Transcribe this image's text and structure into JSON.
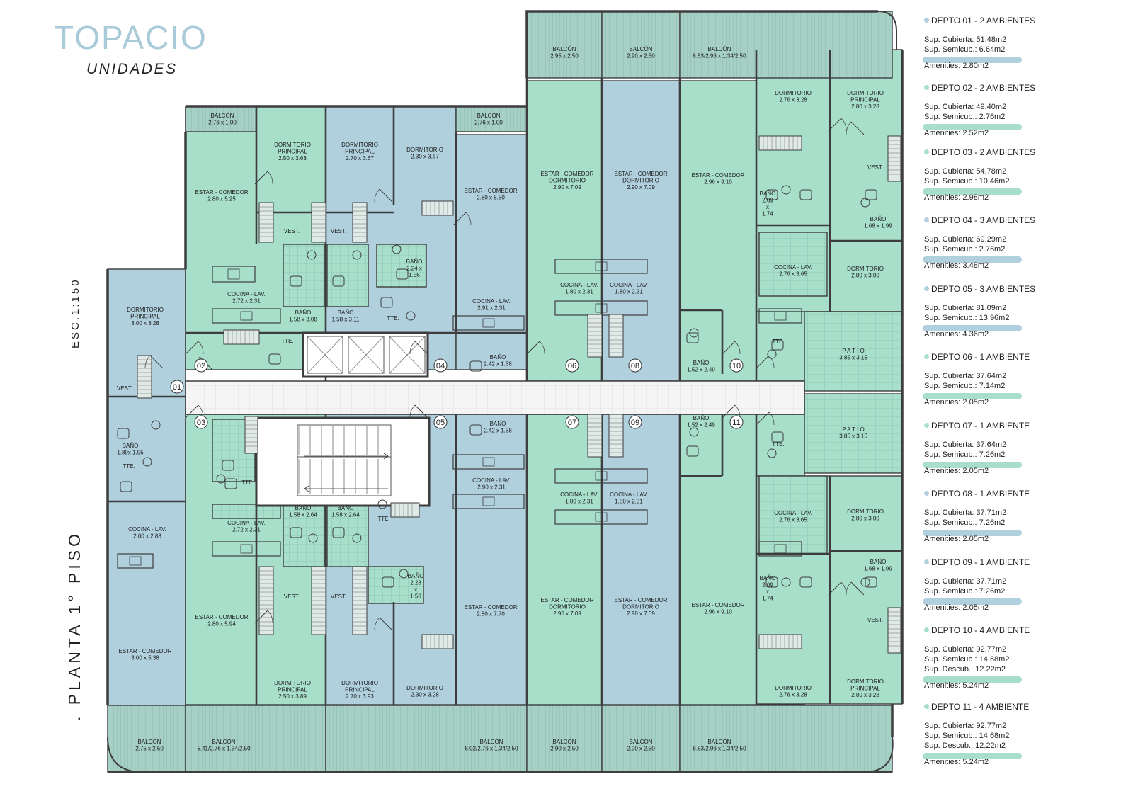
{
  "header": {
    "title": "TOPACIO",
    "subtitle": "UNIDADES"
  },
  "side": {
    "scale": "ESC.1:150",
    "floor": ". PLANTA 1° PISO"
  },
  "colors": {
    "green": "#a7dfcb",
    "blue": "#b0d0de",
    "wall": "#3d3d3d",
    "corridor": "#f4f4f4",
    "balcony": "#9fc6c0"
  },
  "rooms": [
    {
      "id": "r1",
      "lines": [
        "BALCÓN",
        "2.95 x 2.50"
      ]
    },
    {
      "id": "r2",
      "lines": [
        "BALCÓN",
        "2.90 x 2.50"
      ]
    },
    {
      "id": "r3",
      "lines": [
        "BALCÓN",
        "8.53/2.96 x 1.34/2.50"
      ]
    },
    {
      "id": "r4",
      "lines": [
        "BALCÓN",
        "2.76 x 1.00"
      ]
    },
    {
      "id": "r5",
      "lines": [
        "BALCÓN",
        "2.76 x 1.00"
      ]
    },
    {
      "id": "r6",
      "lines": [
        "DORMITORIO",
        "PRINCIPAL",
        "2.50 x 3.63"
      ]
    },
    {
      "id": "r7",
      "lines": [
        "DORMITORIO",
        "PRINCIPAL",
        "2.70 x 3.67"
      ]
    },
    {
      "id": "r8",
      "lines": [
        "DORMITORIO",
        "2.30 x 3.67"
      ]
    },
    {
      "id": "r9",
      "lines": [
        "ESTAR - COMEDOR",
        "2.80 x 5.25"
      ]
    },
    {
      "id": "r10",
      "lines": [
        "ESTAR - COMEDOR",
        "2.80 x 5.50"
      ]
    },
    {
      "id": "r11",
      "lines": [
        "ESTAR - COMEDOR",
        "DORMITORIO",
        "2.90 x 7.09"
      ]
    },
    {
      "id": "r12",
      "lines": [
        "ESTAR - COMEDOR",
        "DORMITORIO",
        "2.90 x 7.09"
      ]
    },
    {
      "id": "r13",
      "lines": [
        "ESTAR - COMEDOR",
        "2.96 x 9.10"
      ]
    },
    {
      "id": "r14",
      "lines": [
        "DORMITORIO",
        "2.76 x 3.28"
      ]
    },
    {
      "id": "r15",
      "lines": [
        "DORMITORIO",
        "PRINCIPAL",
        "2.80 x 3.28"
      ]
    },
    {
      "id": "r16",
      "lines": [
        "VEST."
      ]
    },
    {
      "id": "r17",
      "lines": [
        "VEST."
      ]
    },
    {
      "id": "r18",
      "lines": [
        "VEST."
      ]
    },
    {
      "id": "r19",
      "lines": [
        "BAÑO",
        "2.24 x",
        "1.56"
      ]
    },
    {
      "id": "r20",
      "lines": [
        "BAÑO",
        "2.09",
        "x",
        "1.74"
      ]
    },
    {
      "id": "r21",
      "lines": [
        "BAÑO",
        "1.68 x 1.99"
      ]
    },
    {
      "id": "r22",
      "lines": [
        "COCINA - LAV.",
        "2.72 x 2.31"
      ]
    },
    {
      "id": "r23",
      "lines": [
        "COCINA - LAV.",
        "2.91 x 2.31"
      ]
    },
    {
      "id": "r24",
      "lines": [
        "COCINA - LAV.",
        "1.80 x 2.31"
      ]
    },
    {
      "id": "r25",
      "lines": [
        "COCINA - LAV.",
        "1.80 x 2.31"
      ]
    },
    {
      "id": "r26",
      "lines": [
        "COCINA - LAV.",
        "2.76 x 3.65"
      ]
    },
    {
      "id": "r27",
      "lines": [
        "DORMITORIO",
        "2.80 x 3.00"
      ]
    },
    {
      "id": "r28",
      "lines": [
        "DORMITORIO",
        "PRINCIPAL",
        "3.00 x 3.28"
      ]
    },
    {
      "id": "r29",
      "lines": [
        "BAÑO",
        "1.58 x 3.08"
      ]
    },
    {
      "id": "r30",
      "lines": [
        "BAÑO",
        "1.58 x 3.11"
      ]
    },
    {
      "id": "r31",
      "lines": [
        "TTE."
      ]
    },
    {
      "id": "r32",
      "lines": [
        "TTE."
      ]
    },
    {
      "id": "r33",
      "lines": [
        "BAÑO",
        "2.42 x 1.58"
      ]
    },
    {
      "id": "r34",
      "lines": [
        "BAÑO",
        "1.52 x 2.49"
      ]
    },
    {
      "id": "r35",
      "lines": [
        "TTE."
      ]
    },
    {
      "id": "r36",
      "lines": [
        "P A T I O",
        "3.85 x 3.15"
      ]
    },
    {
      "id": "r37",
      "lines": [
        "VEST."
      ]
    },
    {
      "id": "r38",
      "lines": [
        "BAÑO",
        "1.89x 1.95"
      ]
    },
    {
      "id": "r39",
      "lines": [
        "TTE."
      ]
    },
    {
      "id": "r40",
      "lines": [
        "TTE."
      ]
    },
    {
      "id": "r41",
      "lines": [
        "BAÑO",
        "2.42 x 1.58"
      ]
    },
    {
      "id": "r42",
      "lines": [
        "BAÑO",
        "1.52 x 2.49"
      ]
    },
    {
      "id": "r43",
      "lines": [
        "P A T I O",
        "3.85 x 3.15"
      ]
    },
    {
      "id": "r44",
      "lines": [
        "TTE."
      ]
    },
    {
      "id": "r45",
      "lines": [
        "COCINA - LAV.",
        "2.00 x 2.88"
      ]
    },
    {
      "id": "r46",
      "lines": [
        "COCINA - LAV.",
        "2.72 x 2.31"
      ]
    },
    {
      "id": "r47",
      "lines": [
        "COCINA - LAV.",
        "2.90 x 2.31"
      ]
    },
    {
      "id": "r48",
      "lines": [
        "COCINA - LAV.",
        "1.80 x 2.31"
      ]
    },
    {
      "id": "r49",
      "lines": [
        "COCINA - LAV.",
        "1.80 x 2.31"
      ]
    },
    {
      "id": "r50",
      "lines": [
        "COCINA - LAV.",
        "2.76 x 3.65"
      ]
    },
    {
      "id": "r51",
      "lines": [
        "BAÑO",
        "1.58 x 2.64"
      ]
    },
    {
      "id": "r52",
      "lines": [
        "BAÑO",
        "1.58 x 2.64"
      ]
    },
    {
      "id": "r53",
      "lines": [
        "TTE."
      ]
    },
    {
      "id": "r54",
      "lines": [
        "DORMITORIO",
        "2.80 x 3.00"
      ]
    },
    {
      "id": "r55",
      "lines": [
        "BAÑO",
        "1.68 x 1.99"
      ]
    },
    {
      "id": "r56",
      "lines": [
        "BAÑO",
        "2.28",
        "x",
        "1.50"
      ]
    },
    {
      "id": "r57",
      "lines": [
        "BAÑO",
        "2.09",
        "x",
        "1.74"
      ]
    },
    {
      "id": "r58",
      "lines": [
        "VEST."
      ]
    },
    {
      "id": "r59",
      "lines": [
        "VEST."
      ]
    },
    {
      "id": "r60",
      "lines": [
        "VEST."
      ]
    },
    {
      "id": "r61",
      "lines": [
        "ESTAR - COMEDOR",
        "3.00 x 5.38"
      ]
    },
    {
      "id": "r62",
      "lines": [
        "ESTAR - COMEDOR",
        "2.80 x 5.94"
      ]
    },
    {
      "id": "r63",
      "lines": [
        "ESTAR - COMEDOR",
        "2.80 x 7.70"
      ]
    },
    {
      "id": "r64",
      "lines": [
        "ESTAR - COMEDOR",
        "DORMITORIO",
        "2.90 x 7.09"
      ]
    },
    {
      "id": "r65",
      "lines": [
        "ESTAR - COMEDOR",
        "DORMITORIO",
        "2.90 x 7.09"
      ]
    },
    {
      "id": "r66",
      "lines": [
        "ESTAR - COMEDOR",
        "2.96 x 9.10"
      ]
    },
    {
      "id": "r67",
      "lines": [
        "DORMITORIO",
        "PRINCIPAL",
        "2.50 x 3.89"
      ]
    },
    {
      "id": "r68",
      "lines": [
        "DORMITORIO",
        "PRINCIPAL",
        "2.70 x 3.93"
      ]
    },
    {
      "id": "r69",
      "lines": [
        "DORMITORIO",
        "2.30 x 3.28"
      ]
    },
    {
      "id": "r70",
      "lines": [
        "DORMITORIO",
        "2.76 x 3.28"
      ]
    },
    {
      "id": "r71",
      "lines": [
        "DORMITORIO",
        "PRINCIPAL",
        "2.80 x 3.28"
      ]
    },
    {
      "id": "r72",
      "lines": [
        "BALCÓN",
        "2.75 x 2.50"
      ]
    },
    {
      "id": "r73",
      "lines": [
        "BALCÓN",
        "5.41/2.76 x 1.34/2.50"
      ]
    },
    {
      "id": "r74",
      "lines": [
        "BALCÓN",
        "8.02/2.76 x 1.34/2.50"
      ]
    },
    {
      "id": "r75",
      "lines": [
        "BALCÓN",
        "2.90 x 2.50"
      ]
    },
    {
      "id": "r76",
      "lines": [
        "BALCÓN",
        "2.90 x 2.50"
      ]
    },
    {
      "id": "r77",
      "lines": [
        "BALCÓN",
        "8.53/2.96 x 1.34/2.50"
      ]
    }
  ],
  "unit_tags": [
    "01",
    "02",
    "03",
    "04",
    "05",
    "06",
    "07",
    "08",
    "09",
    "10",
    "11"
  ],
  "legend": [
    {
      "title": "DEPTO 01 - 2 AMBIENTES",
      "color": "#b0d0de",
      "lines": [
        "Sup. Cubierta: 51.48m2",
        "Sup. Semicub.: 6.64m2"
      ],
      "amenities": "Amenities: 2.80m2"
    },
    {
      "title": "DEPTO 02 - 2 AMBIENTES",
      "color": "#a7dfcb",
      "lines": [
        "Sup. Cubierta: 49.40m2",
        "Sup. Semicub.: 2.76m2"
      ],
      "amenities": "Amenities: 2.52m2"
    },
    {
      "title": "DEPTO 03 - 2 AMBIENTES",
      "color": "#a7dfcb",
      "lines": [
        "Sup. Cubierta: 54.78m2",
        "Sup. Semicub.: 10.46m2"
      ],
      "amenities": "Amenities: 2.98m2"
    },
    {
      "title": "DEPTO 04 - 3 AMBIENTES",
      "color": "#b0d0de",
      "lines": [
        "Sup. Cubierta: 69.29m2",
        "Sup. Semicub.: 2.76m2"
      ],
      "amenities": "Amenities: 3.48m2"
    },
    {
      "title": "DEPTO 05 - 3 AMBIENTES",
      "color": "#b0d0de",
      "lines": [
        "Sup. Cubierta: 81.09m2",
        "Sup. Semicub.: 13.96m2"
      ],
      "amenities": "Amenities: 4.36m2"
    },
    {
      "title": "DEPTO 06 - 1 AMBIENTE",
      "color": "#a7dfcb",
      "lines": [
        "Sup. Cubierta: 37.64m2",
        "Sup. Semicub.: 7.14m2"
      ],
      "amenities": "Amenities: 2.05m2"
    },
    {
      "title": "DEPTO 07 - 1 AMBIENTE",
      "color": "#a7dfcb",
      "lines": [
        "Sup. Cubierta: 37.64m2",
        "Sup. Semicub.: 7.26m2"
      ],
      "amenities": "Amenities: 2.05m2"
    },
    {
      "title": "DEPTO 08 - 1 AMBIENTE",
      "color": "#b0d0de",
      "lines": [
        "Sup. Cubierta: 37.71m2",
        "Sup. Semicub.: 7.26m2"
      ],
      "amenities": "Amenities: 2.05m2"
    },
    {
      "title": "DEPTO 09 - 1 AMBIENTE",
      "color": "#b0d0de",
      "lines": [
        "Sup. Cubierta: 37.71m2",
        "Sup. Semicub.: 7.26m2"
      ],
      "amenities": "Amenities: 2.05m2"
    },
    {
      "title": "DEPTO 10 - 4 AMBIENTE",
      "color": "#a7dfcb",
      "lines": [
        "Sup. Cubierta: 92.77m2",
        "Sup. Semicub.: 14.68m2",
        "Sup. Descub.: 12.22m2"
      ],
      "amenities": "Amenities: 5.24m2"
    },
    {
      "title": "DEPTO 11 - 4 AMBIENTE",
      "color": "#a7dfcb",
      "lines": [
        "Sup. Cubierta: 92.77m2",
        "Sup. Semicub.: 14.68m2",
        "Sup. Descub.: 12.22m2"
      ],
      "amenities": "Amenities: 5.24m2"
    }
  ]
}
